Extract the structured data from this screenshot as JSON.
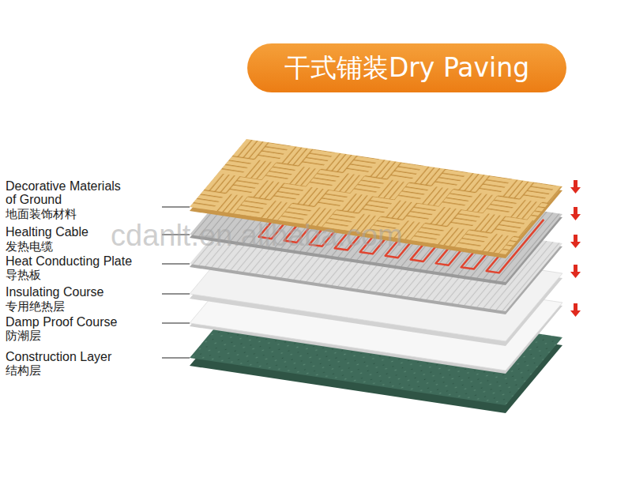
{
  "diagram": {
    "title": "干式铺装Dry Paving",
    "labels": [
      "Decorative Materials of Ground",
      "地面装饰材料",
      "Healting Cable",
      "发热电缆",
      "Heat Conducting Plate",
      "导热板",
      "Insulating Course",
      "专用绝热层",
      "Damp Proof Course",
      "防潮层",
      "Construction Layer",
      "结构层",
      "cdanlt.en.alibaba.com"
    ]
  }
}
